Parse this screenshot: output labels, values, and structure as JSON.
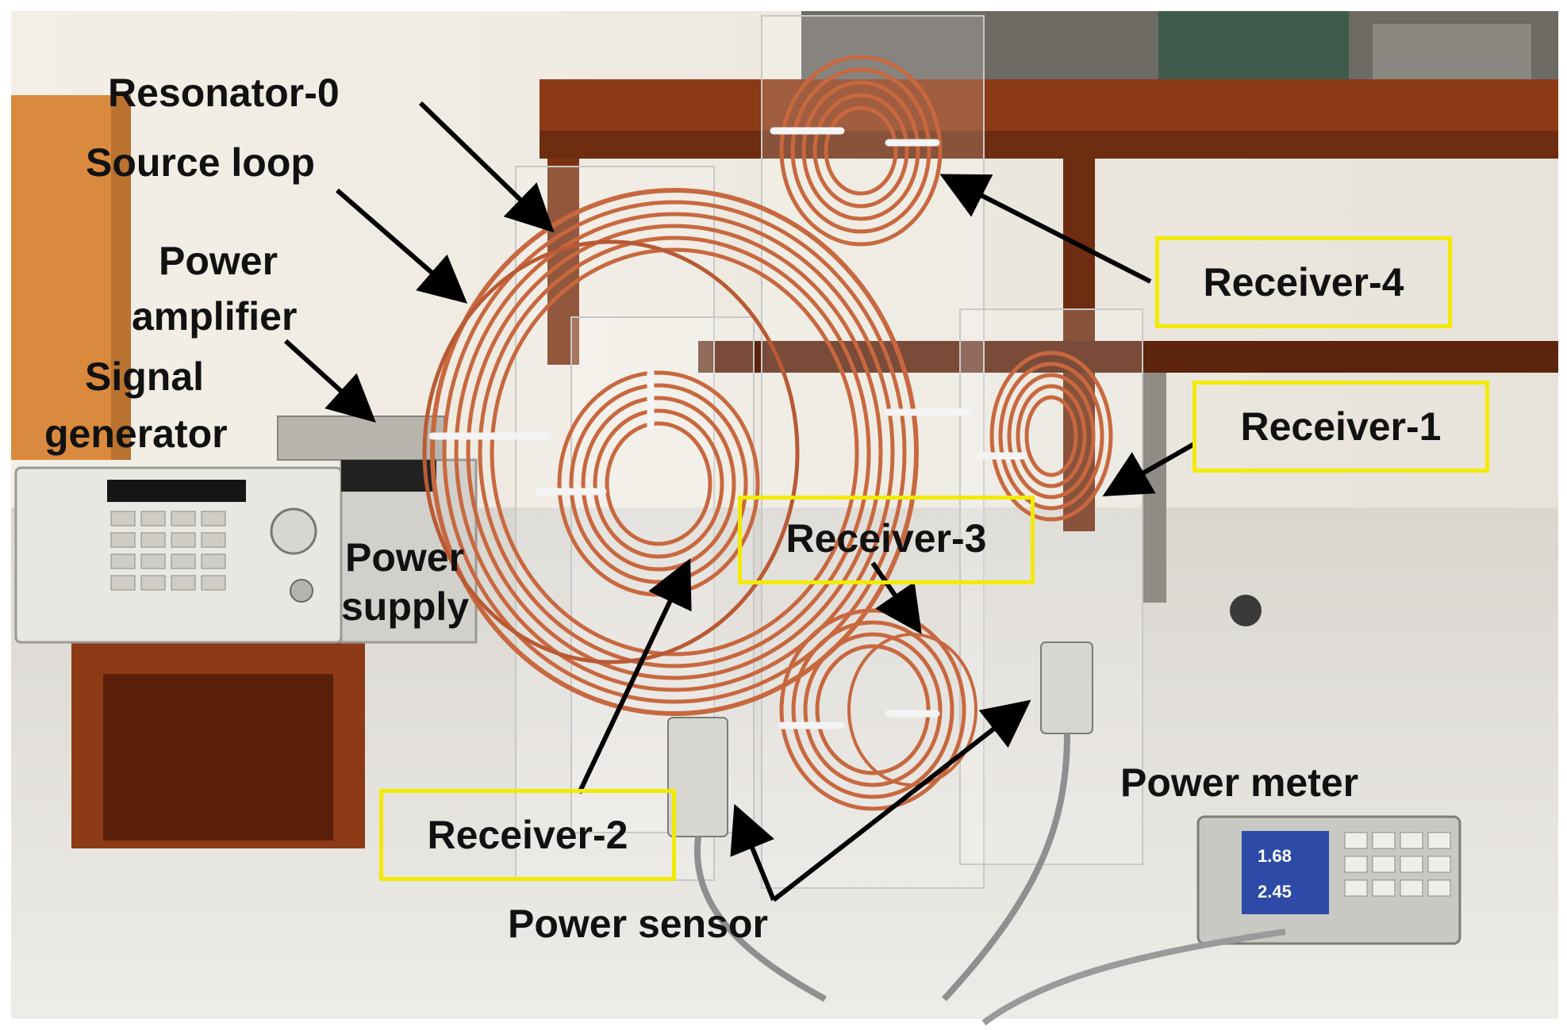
{
  "labels": {
    "resonator0": "Resonator-0",
    "source_loop": "Source loop",
    "power_amplifier_line1": "Power",
    "power_amplifier_line2": "amplifier",
    "signal_generator_line1": "Signal",
    "signal_generator_line2": "generator",
    "power_supply_line1": "Power",
    "power_supply_line2": "supply",
    "receiver1": "Receiver-1",
    "receiver2": "Receiver-2",
    "receiver3": "Receiver-3",
    "receiver4": "Receiver-4",
    "power_sensor": "Power sensor",
    "power_meter": "Power meter"
  },
  "meter_readings": {
    "reading1": "1.68",
    "reading2": "2.45"
  },
  "colors": {
    "label_box": "#f2ea00",
    "copper": "#c8683f",
    "arrow": "#000000"
  }
}
